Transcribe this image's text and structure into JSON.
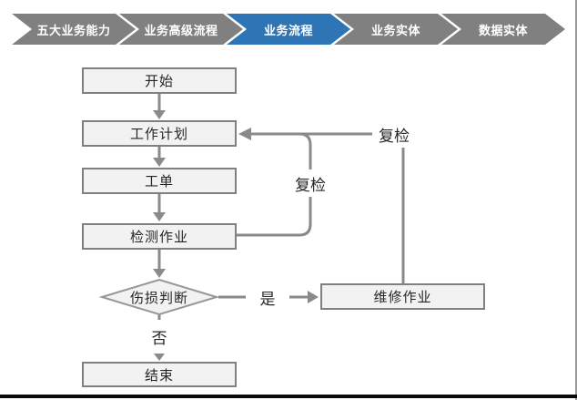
{
  "stepbar": {
    "items": [
      {
        "label": "五大业务能力",
        "active": false
      },
      {
        "label": "业务高级流程",
        "active": false
      },
      {
        "label": "业务流程",
        "active": true
      },
      {
        "label": "业务实体",
        "active": false
      },
      {
        "label": "数据实体",
        "active": false
      }
    ],
    "colors": {
      "inactive": "#808080",
      "active": "#2e75b6",
      "text": "#ffffff"
    }
  },
  "flowchart": {
    "nodes": {
      "start": "开始",
      "work_plan": "工作计划",
      "work_order": "工单",
      "inspection": "检测作业",
      "damage_decision": "伤损判断",
      "repair": "维修作业",
      "end": "结束"
    },
    "edge_labels": {
      "recheck_outer": "复检",
      "recheck_inner": "复检",
      "yes": "是",
      "no": "否"
    },
    "colors": {
      "node_fill": "#f2f2f2",
      "node_border": "#808080",
      "connector": "#8a8a8a",
      "text": "#262626"
    }
  }
}
